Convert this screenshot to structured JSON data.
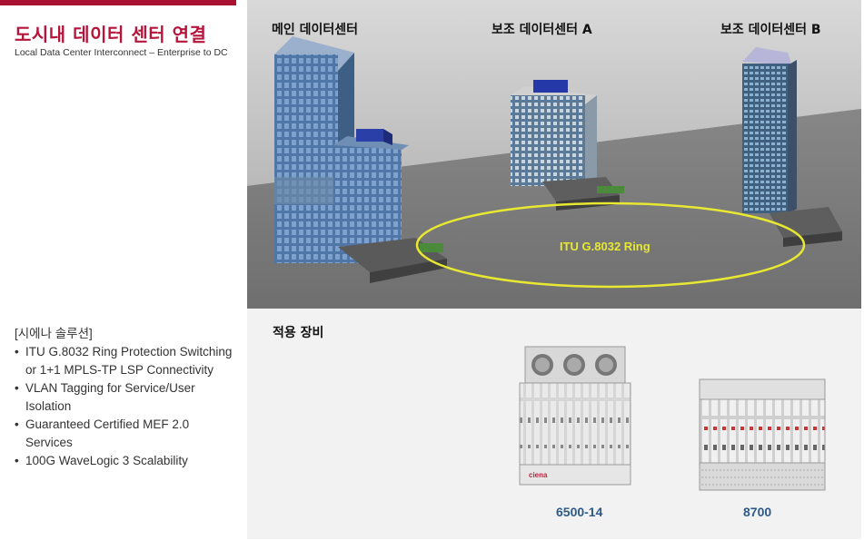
{
  "left": {
    "title": "도시내 데이터 센터 연결",
    "subtitle": "Local Data Center Interconnect – Enterprise to DC",
    "solutions_header": "[시에나 솔루션]",
    "solutions": [
      "ITU G.8032 Ring Protection Switching or 1+1 MPLS-TP LSP Connectivity",
      "VLAN Tagging for Service/User Isolation",
      "Guaranteed Certified MEF 2.0 Services",
      "100G WaveLogic 3 Scalability"
    ]
  },
  "scene": {
    "main_dc": "메인 데이터센터",
    "sub_dc_a": "보조 데이터센터 A",
    "sub_dc_b": "보조 데이터센터 B",
    "ring_label": "ITU G.8032 Ring",
    "ring_color": "#e8e832"
  },
  "equipment": {
    "title": "적용 장비",
    "models": [
      "6500-14",
      "8700"
    ],
    "brand": "ciena"
  },
  "colors": {
    "accent": "#b5153a",
    "model_label": "#2d5a8a"
  }
}
